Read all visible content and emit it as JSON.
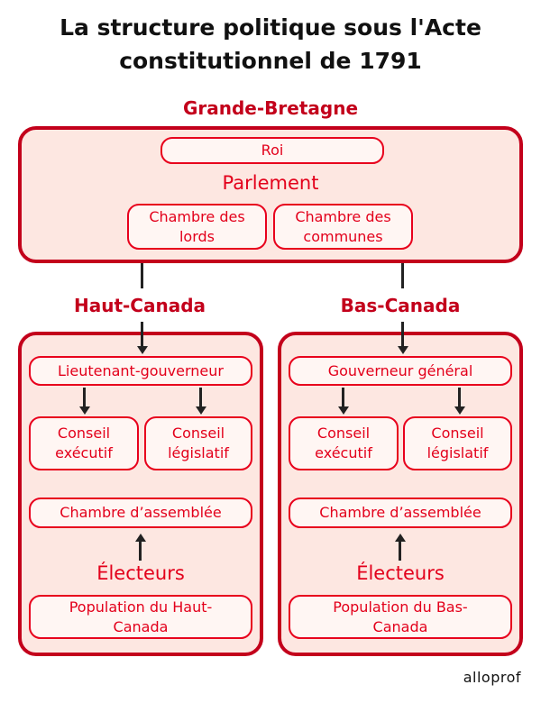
{
  "title": "La structure politique sous l'Acte constitutionnel de 1791",
  "gb": {
    "label": "Grande-Bretagne",
    "roi": "Roi",
    "parlement": "Parlement",
    "lords": "Chambre des lords",
    "communes": "Chambre des communes"
  },
  "haut": {
    "label": "Haut-Canada",
    "gov": "Lieutenant-gouverneur",
    "exec": "Conseil exécutif",
    "leg": "Conseil législatif",
    "assemblee": "Chambre d’assemblée",
    "electeurs": "Électeurs",
    "population": "Population du Haut-Canada"
  },
  "bas": {
    "label": "Bas-Canada",
    "gov": "Gouverneur général",
    "exec": "Conseil exécutif",
    "leg": "Conseil législatif",
    "assemblee": "Chambre d’assemblée",
    "electeurs": "Électeurs",
    "population": "Population du Bas-Canada"
  },
  "logo": "alloprof",
  "colors": {
    "dark_red": "#c3001b",
    "red": "#e3001b",
    "fill": "#fde7e1"
  }
}
